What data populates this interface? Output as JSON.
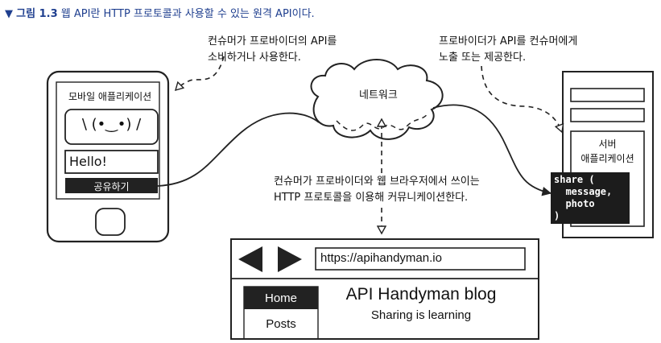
{
  "caption": {
    "marker": "▼",
    "figure": "그림 1.3",
    "text": "웹 API란 HTTP 프로토콜과 사용할 수 있는 원격 API이다."
  },
  "notes": {
    "consumer_line1": "컨슈머가 프로바이더의 API를",
    "consumer_line2": "소비하거나 사용한다.",
    "provider_line1": "프로바이더가 API를 컨슈머에게",
    "provider_line2": "노출 또는 제공한다.",
    "http_line1": "컨슈머가 프로바이더와 웹 브라우저에서 쓰이는",
    "http_line2": "HTTP 프로토콜을 이용해 커뮤니케이션한다."
  },
  "network": {
    "label": "네트워크"
  },
  "mobile": {
    "title": "모바일 애플리케이션",
    "face": "\\ (•‿•) /",
    "input_value": "Hello!",
    "share_button": "공유하기"
  },
  "server": {
    "title_line1": "서버",
    "title_line2": "애플리케이션",
    "code_line1": "share (",
    "code_line2": "  message,",
    "code_line3": "  photo",
    "code_line4": ")"
  },
  "browser": {
    "url": "https://apihandyman.io",
    "nav_home": "Home",
    "nav_posts": "Posts",
    "blog_title": "API Handyman blog",
    "blog_subtitle": "Sharing is learning"
  }
}
